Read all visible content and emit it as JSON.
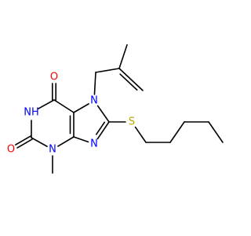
{
  "colors": {
    "carbon": "#000000",
    "oxygen": "#ff0000",
    "nitrogen": "#0000ff",
    "sulfur": "#b8a600",
    "background": "#ffffff"
  },
  "atoms": [
    {
      "id": "o6",
      "text": "O",
      "element": "oxygen"
    },
    {
      "id": "n1",
      "text": "NH",
      "element": "nitrogen"
    },
    {
      "id": "o2",
      "text": "O",
      "element": "oxygen"
    },
    {
      "id": "n3",
      "text": "N",
      "element": "nitrogen"
    },
    {
      "id": "n7",
      "text": "N",
      "element": "nitrogen"
    },
    {
      "id": "n9",
      "text": "N",
      "element": "nitrogen"
    },
    {
      "id": "s",
      "text": "S",
      "element": "sulfur"
    }
  ]
}
